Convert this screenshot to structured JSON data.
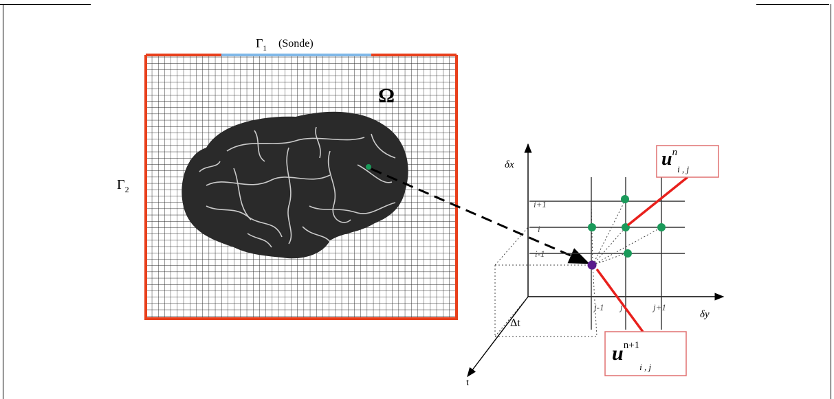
{
  "labels": {
    "gamma1": "Γ",
    "gamma1_sub": "1",
    "sonde": "(Sonde)",
    "gamma2": "Γ",
    "gamma2_sub": "2",
    "omega": "Ω",
    "axis_x": "δx",
    "axis_y": "δy",
    "axis_t": "t",
    "delta_t": "Δt",
    "row_i_plus_1": "i+1",
    "row_i": "i",
    "row_i_minus_1": "i-1",
    "col_j_minus_1": "j-1",
    "col_j": "j",
    "col_j_plus_1": "j+1"
  },
  "callouts": {
    "top": {
      "base": "u",
      "sup": "n",
      "sub": "i , j"
    },
    "bottom": {
      "base": "u",
      "sup": "n+1",
      "sub": "i , j"
    }
  },
  "colors": {
    "boundary_red": "#e8401c",
    "boundary_blue": "#7fb8e8",
    "node_green": "#1a9a5a",
    "node_purple": "#5a1a8c",
    "callout_border": "#e07070",
    "brain": "#2a2a2a"
  }
}
